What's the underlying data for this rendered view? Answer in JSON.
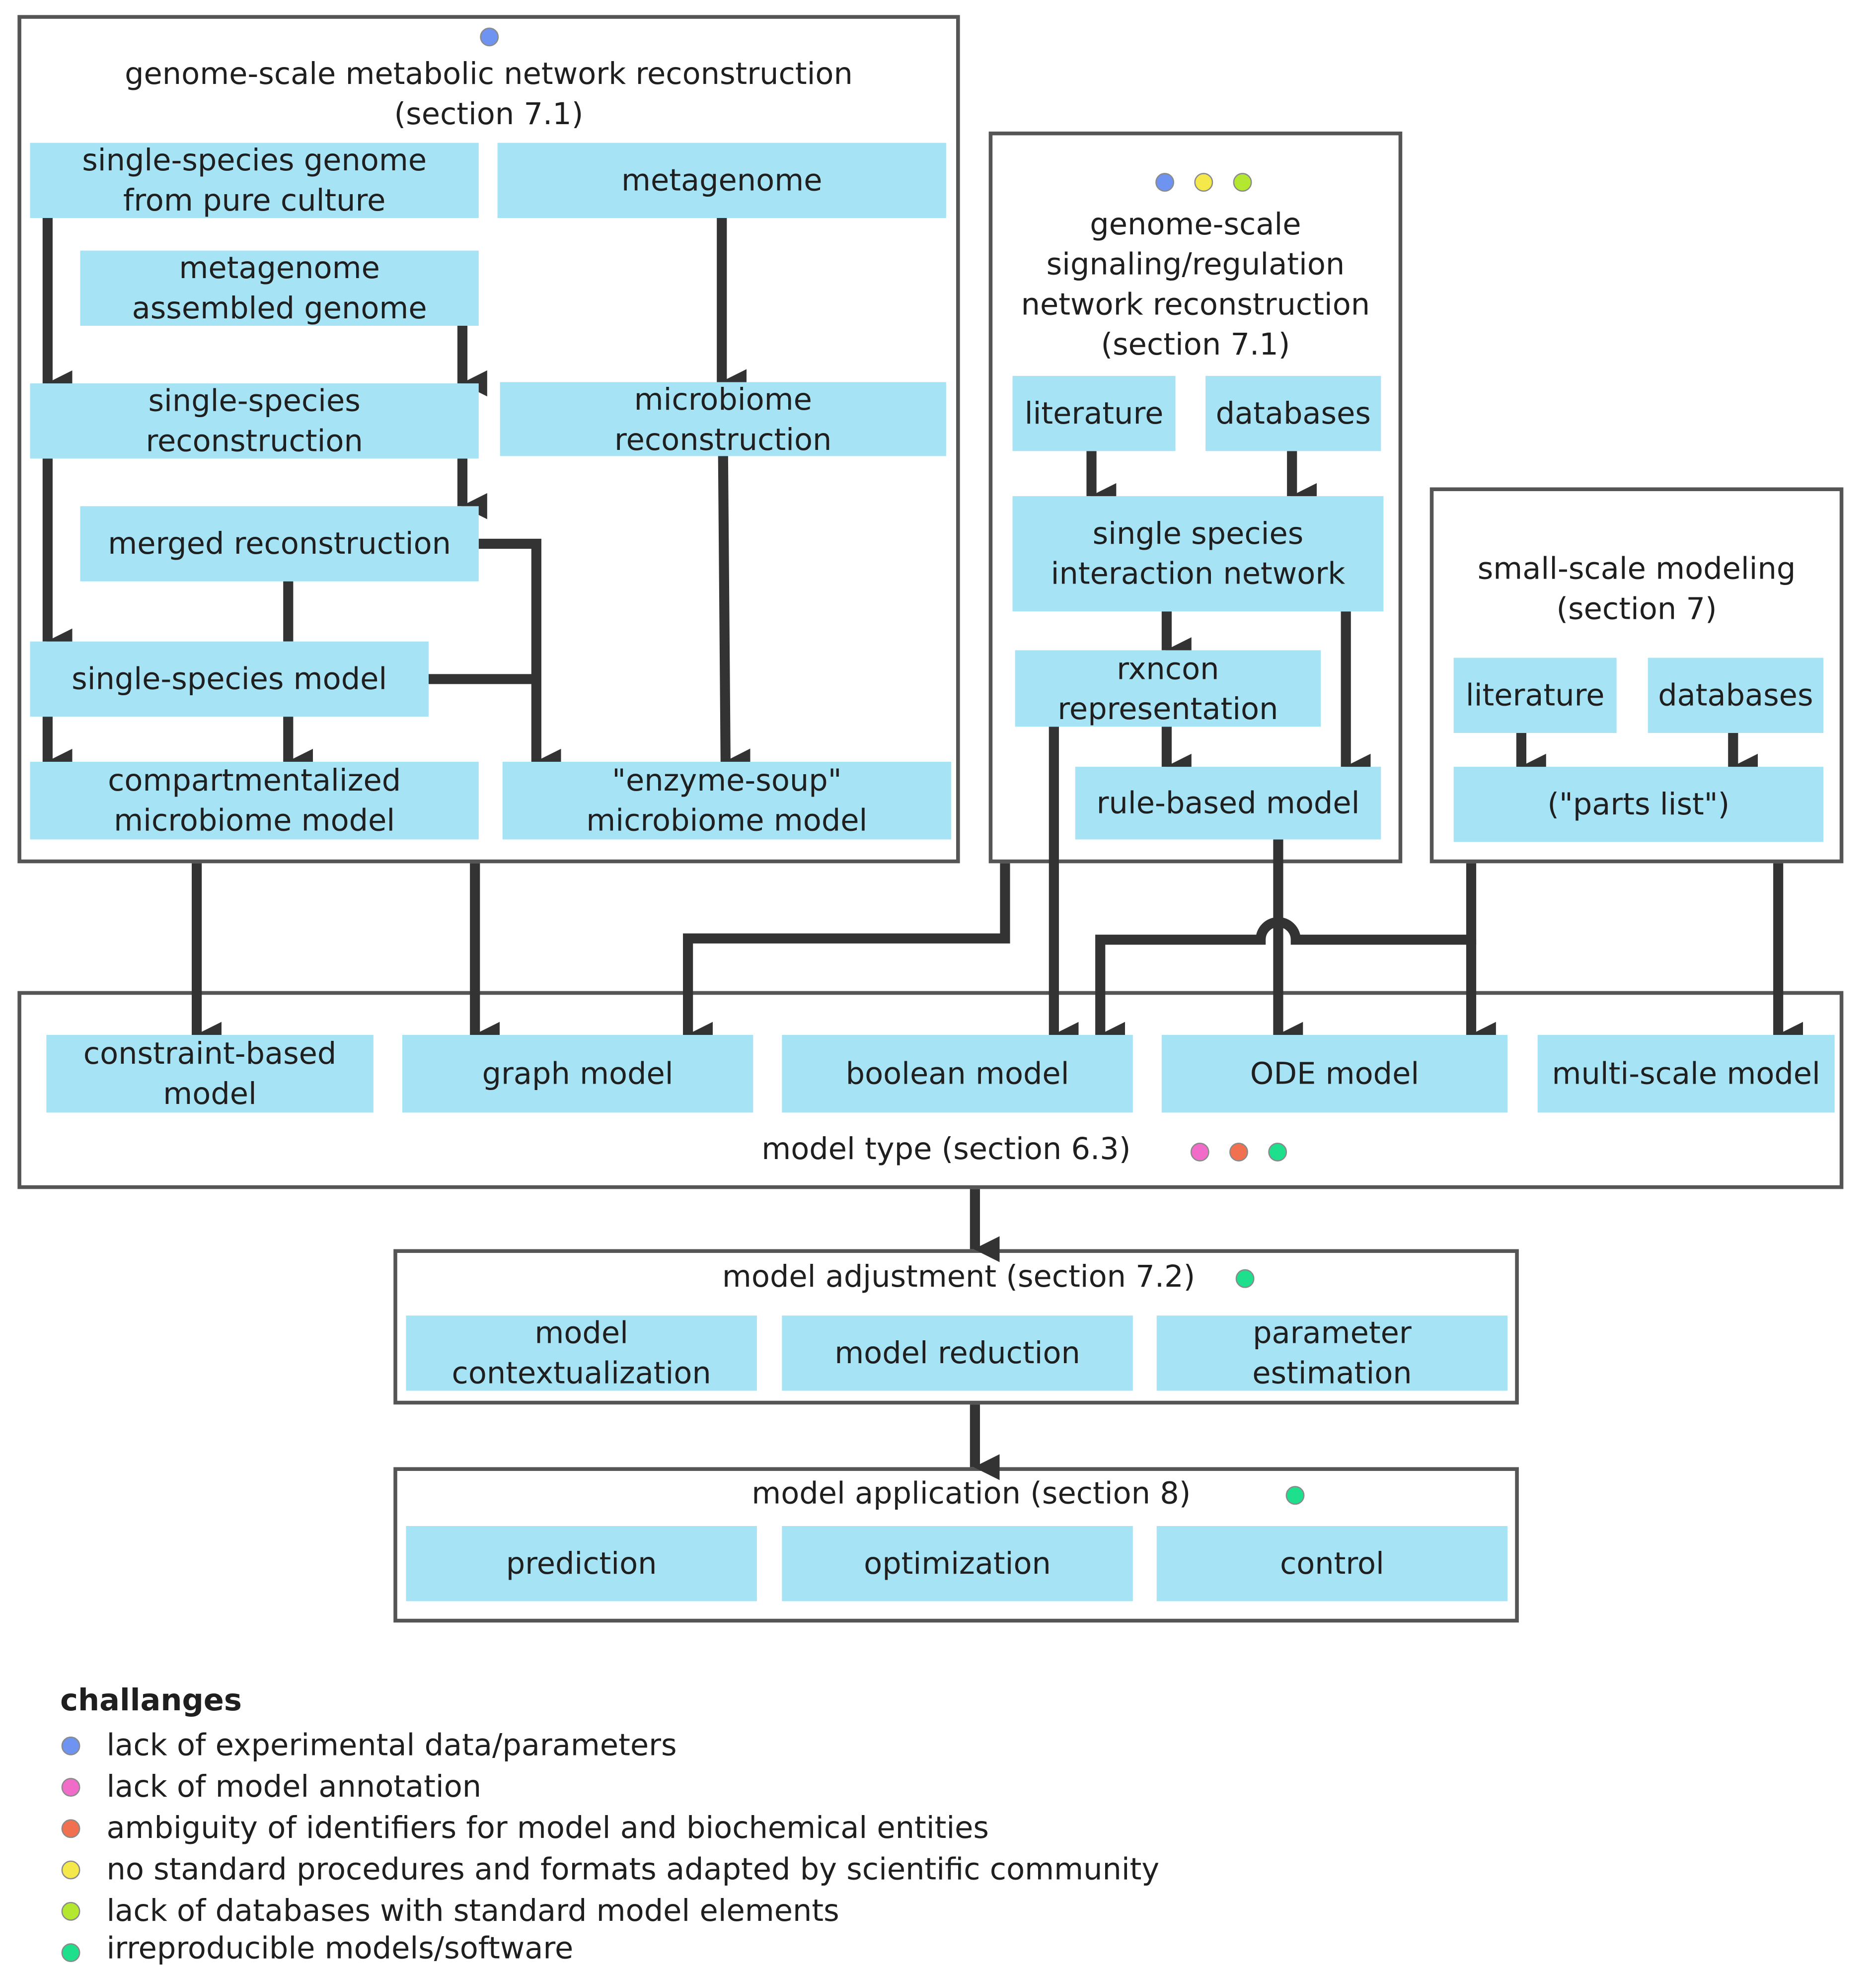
{
  "colors": {
    "node_fill": "#a6e3f5",
    "edge": "#333333",
    "border": "#555555",
    "challenge_blue": "#6f93f0",
    "challenge_pink": "#f06cc8",
    "challenge_orange": "#f07050",
    "challenge_yellow": "#f5e84a",
    "challenge_lime": "#b4e830",
    "challenge_green": "#1ee08c"
  },
  "groups": {
    "metabolic": "genome-scale metabolic network reconstruction\n(section 7.1)",
    "signaling": "genome-scale\nsignaling/regulation\nnetwork reconstruction\n(section 7.1)",
    "small_scale": "small-scale modeling\n(section 7)",
    "model_type": "model type (section 6.3)",
    "adjustment": "model adjustment (section 7.2)",
    "application": "model application (section 8)"
  },
  "nodes": {
    "single_species_genome": "single-species genome\nfrom pure culture",
    "metagenome": "metagenome",
    "mag": "metagenome\nassembled genome",
    "ss_reconstruction": "single-species\nreconstruction",
    "microbiome_reconstruction": "microbiome\nreconstruction",
    "merged_reconstruction": "merged reconstruction",
    "ss_model": "single-species model",
    "compartmentalized": "compartmentalized\nmicrobiome model",
    "enzyme_soup": "\"enzyme-soup\"\nmicrobiome model",
    "sig_literature": "literature",
    "sig_databases": "databases",
    "ss_interaction_network": "single species\ninteraction network",
    "rxncon": "rxncon\nrepresentation",
    "rule_based": "rule-based model",
    "sm_literature": "literature",
    "sm_databases": "databases",
    "parts_list": "(\"parts list\")",
    "constraint_based": "constraint-based\nmodel",
    "graph_model": "graph model",
    "boolean_model": "boolean model",
    "ode_model": "ODE model",
    "multi_scale": "multi-scale model",
    "contextualization": "model\ncontextualization",
    "reduction": "model reduction",
    "parameter_estimation": "parameter\nestimation",
    "prediction": "prediction",
    "optimization": "optimization",
    "control": "control"
  },
  "legend": {
    "title": "challanges",
    "items": [
      {
        "color": "#6f93f0",
        "label": "lack of experimental data/parameters"
      },
      {
        "color": "#f06cc8",
        "label": "lack of model annotation"
      },
      {
        "color": "#f07050",
        "label": "ambiguity of identifiers for model and biochemical entities"
      },
      {
        "color": "#f5e84a",
        "label": "no standard procedures and formats adapted by scientific community"
      },
      {
        "color": "#b4e830",
        "label": "lack of databases with standard model elements"
      },
      {
        "color": "#1ee08c",
        "label": "irreproducible models/software"
      }
    ]
  }
}
